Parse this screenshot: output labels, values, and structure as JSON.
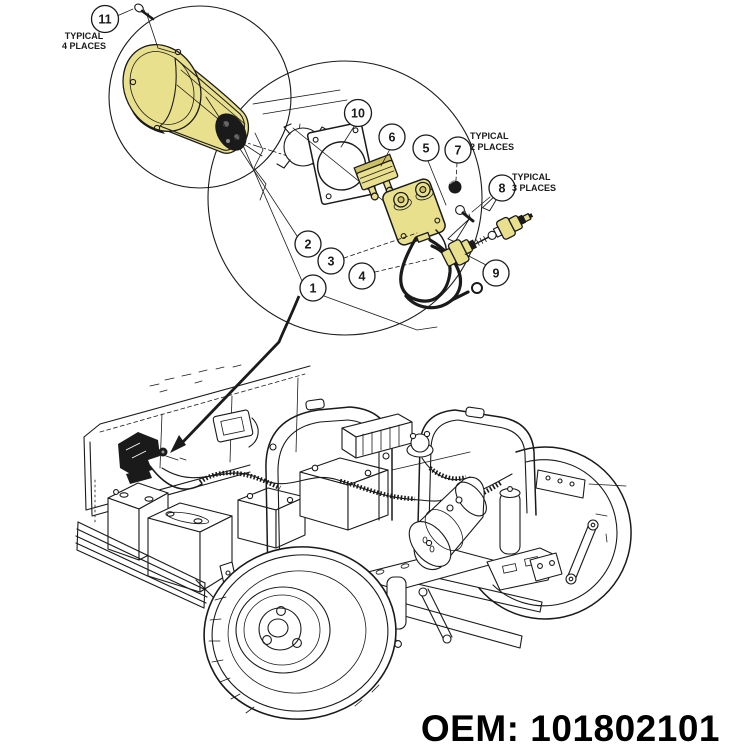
{
  "colors": {
    "part_fill": "#e9e08e",
    "part_shade": "#cdbf64",
    "line": "#1a1a1a"
  },
  "callouts": {
    "c1": "1",
    "c2": "2",
    "c3": "3",
    "c4": "4",
    "c5": "5",
    "c6": "6",
    "c7": "7",
    "c8": "8",
    "c9": "9",
    "c10": "10",
    "c11": "11"
  },
  "notes": {
    "typical4_l1": "TYPICAL",
    "typical4_l2": "4 PLACES",
    "typical2_l1": "TYPICAL",
    "typical2_l2": "2 PLACES",
    "typical3_l1": "TYPICAL",
    "typical3_l2": "3 PLACES"
  },
  "footer": {
    "oem": "OEM: 101802101"
  }
}
